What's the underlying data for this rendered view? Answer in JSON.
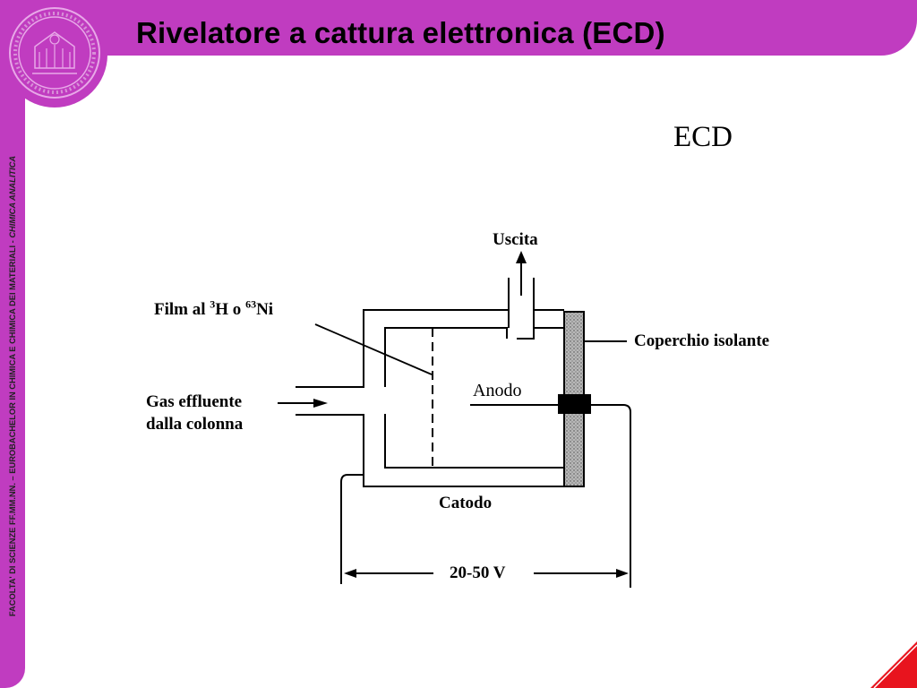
{
  "slide": {
    "title": "Rivelatore a cattura elettronica (ECD)",
    "sidebar_text_main": "FACOLTA' DI SCIENZE FF.MM.NN. – EUROBACHELOR IN CHIMICA E CHIMICA DEI MATERIALI - ",
    "sidebar_text_italic": "CHIMICA ANALITICA"
  },
  "diagram": {
    "heading": "ECD",
    "outlet_label": "Uscita",
    "film_label_prefix": "Film al ",
    "film_isotope1_mass": "3",
    "film_isotope1_symbol": "H o ",
    "film_isotope2_mass": "63",
    "film_isotope2_symbol": "Ni",
    "cover_label": "Coperchio isolante",
    "gas_label_line1": "Gas effluente",
    "gas_label_line2": "dalla colonna",
    "anode_label": "Anodo",
    "cathode_label": "Catodo",
    "voltage_label": "20-50 V"
  },
  "colors": {
    "accent": "#c03cc0",
    "corner_red": "#e8141e",
    "ink": "#000000"
  }
}
